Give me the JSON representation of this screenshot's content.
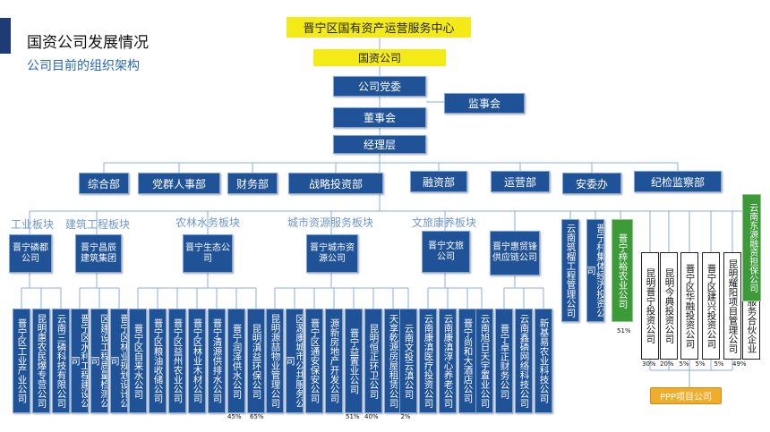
{
  "header": {
    "title": "国资公司发展情况",
    "subtitle": "公司目前的组织架构"
  },
  "org": {
    "top": "晋宁区国有资产运营服务中心",
    "company": "国资公司",
    "party": "公司党委",
    "supervisory": "监事会",
    "board": "董事会",
    "manager": "经理层"
  },
  "departments": [
    "综合部",
    "党群人事部",
    "财务部",
    "战略投资部",
    "融资部",
    "运营部",
    "安委办",
    "纪检监察部"
  ],
  "sectors": [
    "工业板块",
    "建筑工程板块",
    "农林水务板块",
    "城市资源服务板块",
    "文旅康养板块"
  ],
  "groups": [
    "晋宁磷都公司",
    "晋宁昌辰建筑集团",
    "晋宁生态公司",
    "晋宁城市资源公司",
    "晋宁文旅公司",
    "晋宁惠贸锋供应链公司"
  ],
  "subsidiaries": [
    "晋宁区工业产业公司",
    "昆明惠农民爆专营公司",
    "云南三磷科技有限公司",
    "晋宁区水利工程建设公司",
    "区建设工程质量检测公司",
    "晋宁区林业规划设计公司",
    "晋宁区自来水公司",
    "晋宁区粮油收储公司",
    "晋宁区益州农业公司",
    "晋宁区林业木材公司",
    "晋宁清源供排水公司",
    "晋宁润泽供水公司",
    "昆明滇益环保公司",
    "昆明源喆物业管理公司",
    "区源康城市公共服务公司",
    "晋宁区通安保安公司",
    "源新房地产开发公司",
    "晋宁益置业公司",
    "昆明恒正环卫公司",
    "天享乾源房屋租赁公司",
    "云南文投云滇公司",
    "云南康滇医疗投资公司",
    "云南康滇淳心养老公司",
    "晋宁尚和大酒店公司",
    "云南旭日天宇置业公司",
    "晋宁卓正财务公司",
    "云南鑫磷网络科技公司",
    "新基易农业科技公司"
  ],
  "direct": [
    "云南筑榴工程管理公司",
    "晋宁村集体经济投资公司",
    "晋宁梓裕农业公司"
  ],
  "ppp": [
    "昆明晋宁投资公司",
    "昆明今典投资公司",
    "晋宁区华融投资公司",
    "晋宁区建兴投资公司",
    "昆明耀阳项目管理公司",
    "冉升餐饮服务合伙企业"
  ],
  "guarantee": "云南东源融资担保公司",
  "ppp_label": "PPP项目公司",
  "percentages": {
    "runze": "45%",
    "dianyi": "65%",
    "yizhi": "51%",
    "hengzheng": "40%",
    "yundian": "2%",
    "ziyu": "51%",
    "ppp1": "30%",
    "ppp2": "20%",
    "ppp3": "5%",
    "ppp4": "5%",
    "ppp5": "5%",
    "ppp6": "49%"
  },
  "colors": {
    "yellow": "#f3ea16",
    "blue": "#1f5296",
    "green": "#3c9a38",
    "gold": "#f0ad2b",
    "line": "#8aaee0"
  }
}
